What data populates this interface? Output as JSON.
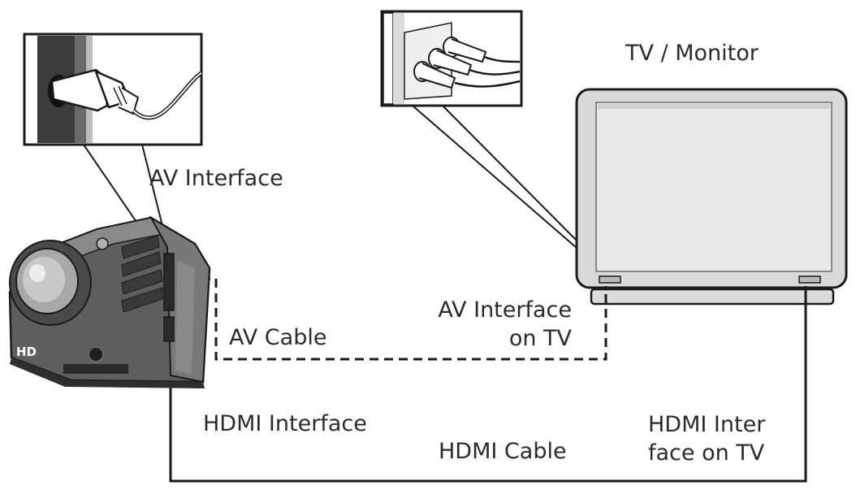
{
  "labels": {
    "tv_monitor": "TV / Monitor",
    "av_interface": "AV Interface",
    "av_interface_on_tv": "AV Interface\non TV",
    "av_cable": "AV Cable",
    "hdmi_interface": "HDMI Interface",
    "hdmi_cable": "HDMI Cable",
    "hdmi_interface_on_tv": "HDMI Inter\nface on TV"
  },
  "camera": {
    "badge": "HD"
  },
  "colors": {
    "line": "#1a1a1a",
    "text": "#2b2b2b",
    "camera_dark": "#3a3a3a",
    "camera_mid": "#6e6e6e",
    "camera_light": "#a8a8a8",
    "tv_frame": "#d9d9d9",
    "tv_screen": "#e6e6e6"
  }
}
